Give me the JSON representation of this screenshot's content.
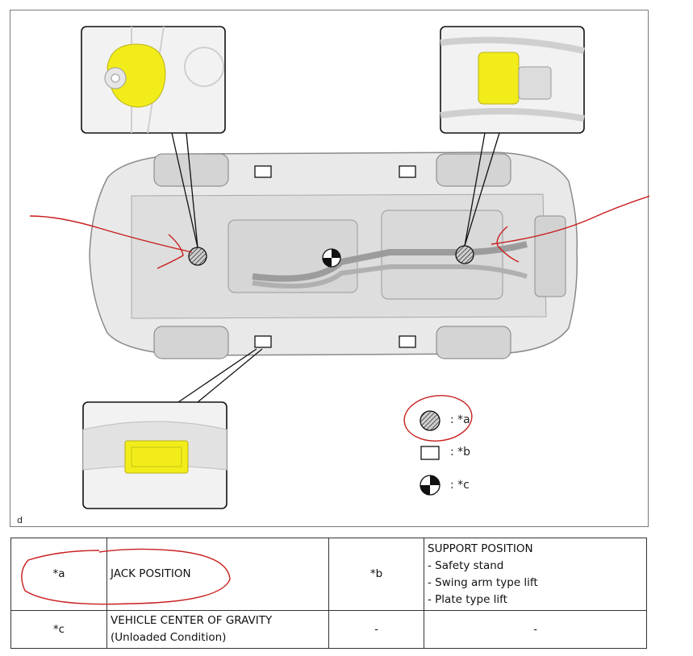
{
  "figure": {
    "corner_tag": "d",
    "legend": {
      "a": ": *a",
      "b": ": *b",
      "c": ": *c"
    }
  },
  "table": {
    "row1": {
      "key_a": "*a",
      "desc_a": "JACK POSITION",
      "key_b": "*b",
      "support_title": "SUPPORT POSITION",
      "support_items": [
        "- Safety stand",
        "- Swing arm type lift",
        "- Plate type lift"
      ]
    },
    "row2": {
      "key_c": "*c",
      "desc_c_line1": "VEHICLE CENTER OF GRAVITY",
      "desc_c_line2": "(Unloaded Condition)",
      "dash_1": "-",
      "dash_2": "-"
    }
  },
  "colors": {
    "highlight_yellow": "#f2ec1a",
    "annotation_red": "#c81e1e",
    "outline_gray": "#555555"
  }
}
